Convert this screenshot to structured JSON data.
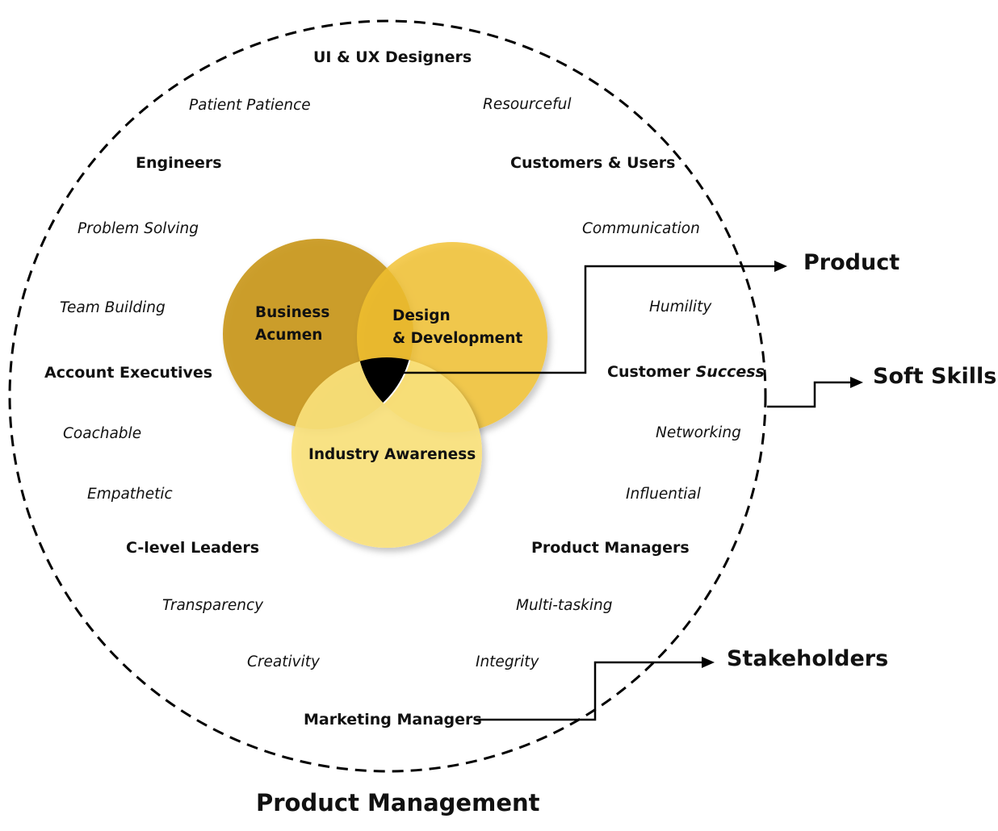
{
  "colors": {
    "business": "#C9991F",
    "design": "#F2C12E",
    "industry": "#FBE27C",
    "overlap": "#000000",
    "line": "#000000"
  },
  "stakeholders": {
    "ui_ux": "UI & UX Designers",
    "engineers": "Engineers",
    "customers_users": "Customers & Users",
    "account_execs": "Account Executives",
    "customer_prefix": "Customer",
    "customer_success_word": "Success",
    "clevel": "C-level Leaders",
    "product_managers": "Product Managers",
    "marketing": "Marketing Managers"
  },
  "soft_skills": {
    "patience": "Patient Patience",
    "resourceful": "Resourceful",
    "problem_solving": "Problem Solving",
    "communication": "Communication",
    "team_building": "Team Building",
    "humility": "Humility",
    "coachable": "Coachable",
    "networking": "Networking",
    "empathetic": "Empathetic",
    "influential": "Influential",
    "transparency": "Transparency",
    "multitasking": "Multi-tasking",
    "creativity": "Creativity",
    "integrity": "Integrity"
  },
  "venn": {
    "business_line1": "Business",
    "business_line2": "Acumen",
    "design_line1": "Design",
    "design_line2": "& Development",
    "industry": "Industry Awareness"
  },
  "side_labels": {
    "product": "Product",
    "soft_skills": "Soft Skills",
    "stakeholders": "Stakeholders"
  },
  "bottom_title": "Product Management"
}
